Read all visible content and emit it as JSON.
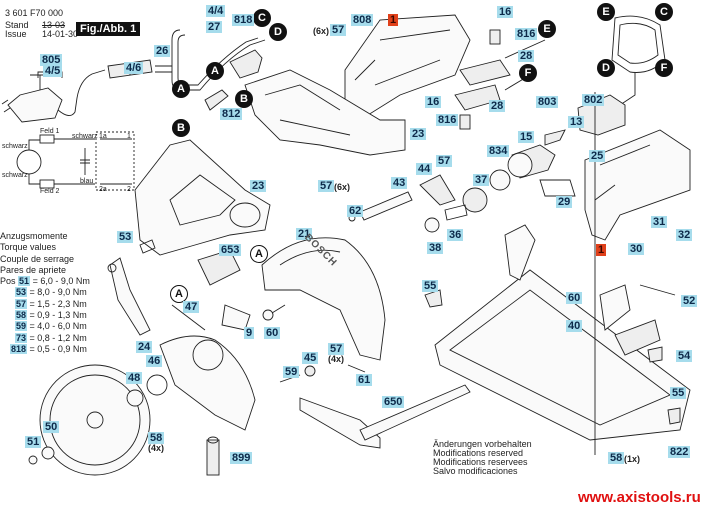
{
  "header": {
    "part_number": "3 601 F70 000",
    "stand_label": "Stand",
    "issue_label": "Issue",
    "stand_value": "13-03",
    "issue_value": "14-01-30",
    "figure_label": "Fig./Abb. 1"
  },
  "connector_markers": [
    "A",
    "B",
    "C",
    "D",
    "E",
    "F"
  ],
  "wiring": {
    "feld1": "Feld 1",
    "feld2": "Feld 2",
    "schwarz_top": "schwarz",
    "schwarz_left_top": "schwarz",
    "schwarz_left_bottom": "schwarz",
    "blau": "blau",
    "terminal_1a": "1a",
    "terminal_1": "1",
    "terminal_2a": "2a",
    "terminal_2": "2"
  },
  "torque": {
    "title_de": "Anzugsmomente",
    "title_en": "Torque values",
    "title_fr": "Couple de serrage",
    "title_es": "Pares de apriete",
    "pos_label": "Pos",
    "rows": [
      {
        "pos": "51",
        "value": "= 6,0 - 9,0 Nm"
      },
      {
        "pos": "53",
        "value": "= 8,0 - 9,0 Nm"
      },
      {
        "pos": "57",
        "value": "= 1,5 - 2,3 Nm"
      },
      {
        "pos": "58",
        "value": "= 0,9 - 1,3 Nm"
      },
      {
        "pos": "59",
        "value": "= 4,0 - 6,0 Nm"
      },
      {
        "pos": "73",
        "value": "= 0,8 - 1,2 Nm"
      },
      {
        "pos": "818",
        "value": "= 0,5 - 0,9 Nm"
      }
    ]
  },
  "part_labels": {
    "p805": "805",
    "p4_5": "4/5",
    "p4_6": "4/6",
    "p26": "26",
    "p27": "27",
    "p4_4": "4/4",
    "p818": "818",
    "p812": "812",
    "p57a": "57",
    "p57a_qty": "(6x)",
    "p808": "808",
    "p1a": "1",
    "p16a": "16",
    "p816a": "816",
    "p28a": "28",
    "p16b": "16",
    "p816b": "816",
    "p28b": "28",
    "p23a": "23",
    "p57b": "57",
    "p57b_qty": "(6x)",
    "p803": "803",
    "p13": "13",
    "p802": "802",
    "p15": "15",
    "p834": "834",
    "p25": "25",
    "p23b": "23",
    "p44": "44",
    "p57c": "57",
    "p43": "43",
    "p37": "37",
    "p29": "29",
    "p62": "62",
    "p36": "36",
    "p38": "38",
    "p1b": "1",
    "p30": "30",
    "p31": "31",
    "p32": "32",
    "p53": "53",
    "p653": "653",
    "p21": "21",
    "p47": "47",
    "p9": "9",
    "p60a": "60",
    "p24": "24",
    "p46": "46",
    "p48": "48",
    "p57d": "57",
    "p57d_qty": "(4x)",
    "p45": "45",
    "p59": "59",
    "p61": "61",
    "p55a": "55",
    "p60b": "60",
    "p52": "52",
    "p40": "40",
    "p54": "54",
    "p50": "50",
    "p51": "51",
    "p58a": "58",
    "p58a_qty": "(4x)",
    "p899": "899",
    "p650": "650",
    "p55b": "55",
    "p822": "822",
    "p58b": "58",
    "p58b_qty": "(1x)"
  },
  "brand_mark": "BOSCH",
  "modifications": [
    "Änderungen vorbehalten",
    "Modifications reserved",
    "Modifications reservees",
    "Salvo modificaciones"
  ],
  "website": "www.axistools.ru",
  "colors": {
    "label_bg": "#a6dcec",
    "highlight_label_bg": "#e0401a",
    "website": "#e01010"
  }
}
